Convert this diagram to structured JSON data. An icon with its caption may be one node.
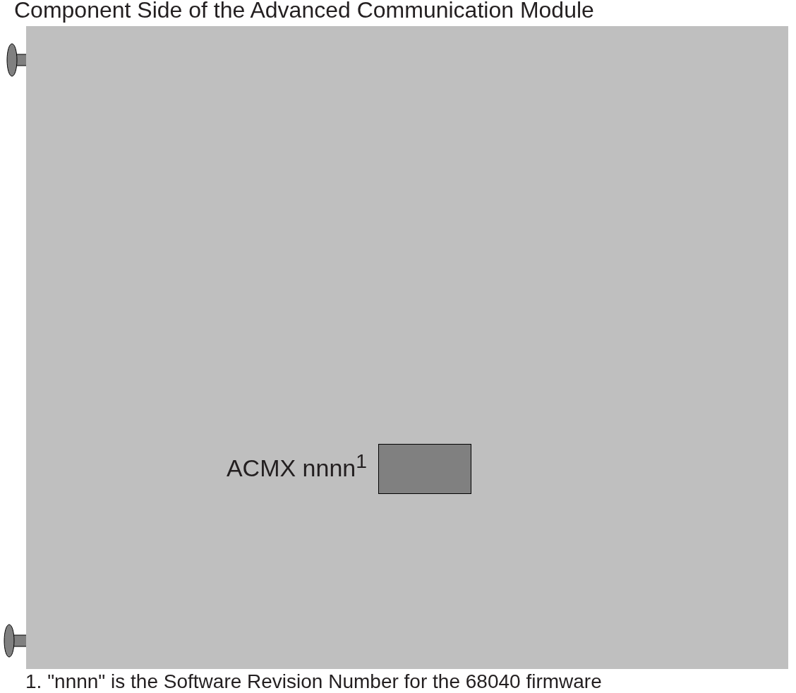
{
  "diagram": {
    "title": "Component Side of the Advanced Communication Module",
    "nodes": [
      {
        "text": [],
        "shape": "box"
      },
      {
        "text": [],
        "shape": "box",
        "in": 0,
        "beside": [
          "ACMX nnnn$^{1}$"
        ]
      }
    ],
    "labels": [
      "1. \"nnnn\" is the Software Revision Number for the 68040 firmware"
    ]
  }
}
